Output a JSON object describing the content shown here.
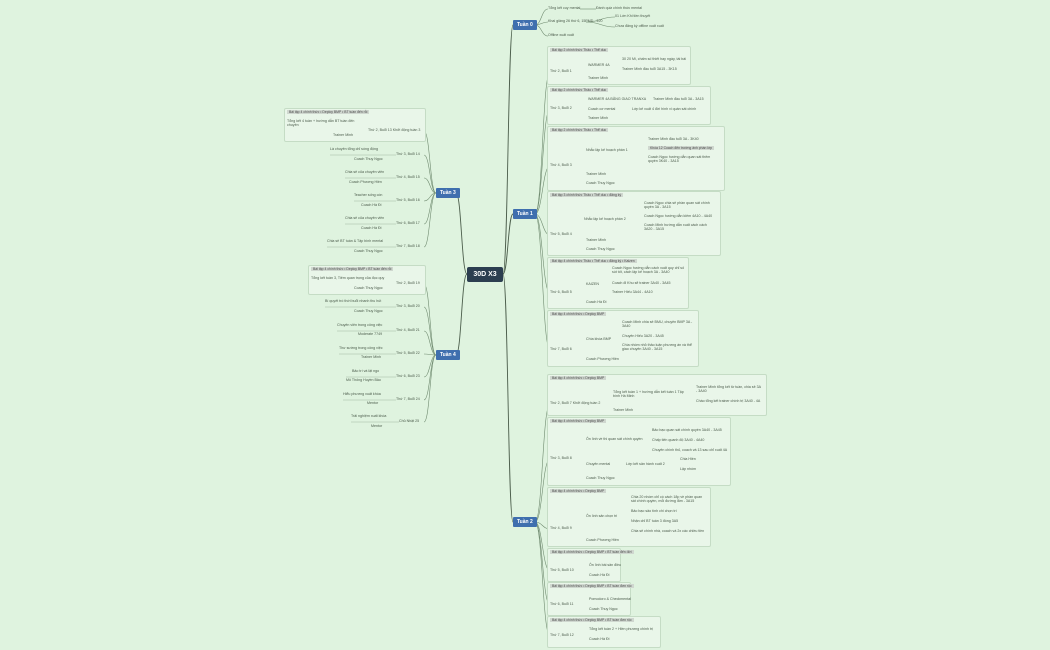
{
  "center": "30D X3",
  "weeks": {
    "w0": "Tuần 0",
    "w1": "Tuần 1",
    "w2": "Tuần 2",
    "w3": "Tuần 3",
    "w4": "Tuần 4"
  },
  "w0": {
    "items": [
      "Tổng kết cuy mental",
      "Khai giảng 26 thứ 6, 15PMD - 220",
      "Offline xuất xuất"
    ],
    "leaves": [
      "Đánh quiz chính thức mental",
      "01 Lớn Khi tiền thuyết",
      "Chưa đăng ký offline xuất xuất"
    ]
  },
  "w1": {
    "d2": {
      "note": "Bài tập 2 chính thức Thảo • Thể duc",
      "label": "Thứ 2, Buổi 1",
      "a": "WARMER 4A",
      "a1": "30 20 Mi, chấm số thiết hay ngày, tài bài",
      "a2": "Trainer Minh đầu tuổi 3A15 - 3K15",
      "b": "Trainer Minh"
    },
    "d3": {
      "note": "Bài tập 2 chính thức Thảo • Thể duc",
      "label": "Thứ 3, Buổi 2",
      "a": "WARMER 4A BĂNG GIAO TRANXA",
      "a1": "Trainer Minh đầu tuổi 3A - 3A15",
      "b": "Coach cơ mental",
      "b1": "Lớp kế xuất 4 đời hình vi quán sát chính",
      "c": "Trainer Minh"
    },
    "d4": {
      "note": "Bài tập 2 chính thức Thảo • Thể duc",
      "label": "Thứ 4, Buổi 3",
      "a": "Nhắc lập kế hoạch phần 1",
      "a1": "Trainer Minh đầu tuổi 3A - 3K40",
      "a2": "Khóa 12 Coach đến trường ảnh phần lớp",
      "a3": "Coach Ngọc hướng dẫn quan sát thêm quyền 3K40 - 3A15",
      "b": "Trainer Minh",
      "c": "Coach Thuy Ngọc"
    },
    "d5": {
      "note": "Bài tập 3 chính thức Thảo • Thể duc • đăng ký",
      "label": "Thứ 5, Buổi 4",
      "a": "Nhắc lập kế hoạch phần 2",
      "a1": "Coach Ngọc chia sẻ phần quan sát chính quyền 3A - 3A15",
      "a2": "Coach Ngọc hướng dẫn kiêm 4A10 - 4A40",
      "a3": "Coach Minh hướng dẫn xuất cách cách 3A20 - 3A15",
      "b": "Trainer Minh",
      "c": "Coach Thuy Ngọc"
    },
    "d6": {
      "note": "Bài tập 4 chính thức Thảo • Thể duc • đăng ký • Kaizen",
      "label": "Thứ 6, Buổi 5",
      "a": "KAIZEN",
      "a1": "Coach Ngọc hướng dẫn cách xuất quy chỉ số sút tốt, cách lập kế hoạch 3A - 3A40",
      "a2": "Coach đi Khu sẽ trainer 3A40 - 3A45",
      "a3": "Trainer Hiếu 3A44 - 4A10",
      "b": "Coach Hà Đi"
    },
    "d7": {
      "note": "Bài tập 4 chính thức • Deploy BMP",
      "label": "Thứ 7, Buổi 6",
      "a": "Chìa khóa BMP",
      "a1": "Coach Minh chia sẻ BMU, chuyên BMP 3A - 3A40",
      "a2": "Chuyên Hiếu 3A20 - 3A45",
      "a3": "Chìa nhóm nhỏ thảo luận phương án và thể giao chuyên 3A40 - 3A15",
      "b": "Coach Phương Hiền"
    }
  },
  "w2": {
    "d1": {
      "note": "Bài tập 4 chính thức • Deploy BMP",
      "label": "Thứ 2, Buổi 7 Khởi động tuần 2",
      "a": "Tổng kết tuần 1 + hướng dẫn kết tuần 1 Tập bình Hà Minh",
      "a1": "Trainer Minh tổng kết từ tuần, chia sẻ 3A - 3A40",
      "a2": "Chào tổng kết trainer chính trị 3A40 - 4A",
      "b": "Trainer Minh"
    },
    "d2": {
      "note": "Bài tập 4 chính thức • Deploy BMP",
      "label": "Thứ 3, Buổi 8",
      "a": "Ôn lình về thi quan sát chính quyền",
      "a1": "Bảo bạo quan sát chính quyền 3A40 - 3A45",
      "a2": "Chấp tiến quanh độ 3A40 - 4A40",
      "a3": "Chuyên chính thủ, coach và 13 sau chỉ xuất 4A",
      "b": "Chuyên mental",
      "b1": "Lớp kết sản hành xuất 2",
      "b1a": "Chia Hiền",
      "b1b": "Lập nhóm",
      "c": "Coach Thuy Ngọc"
    },
    "d3": {
      "note": "Bài tập 4 chính thức • Deploy BMP",
      "label": "Thứ 4, Buổi 9",
      "a": "Ôn lình sản chọn tri",
      "a1": "Chia 20 nhóm chỉ có cách 18p về phần quan sát chính quyền, mỗi đường lắm - 3A15",
      "a2": "Bảo bạo sảo tình chi chọn tri",
      "a3": "Nhận chỉ BT tuần 3 đóng 3A5",
      "a4": "Chia sẻ chính nhà, coach và 2x các chiều tiền",
      "b": "Coach Phương Hiền"
    },
    "d4": {
      "note": "Bài tập 4 chính thức • Deploy BMP • BT tuần đến đời",
      "label": "Thứ 5, Buổi 10",
      "a": "Ôn lình bài sản điều",
      "b": "Coach Hà Đi"
    },
    "d5": {
      "note": "Bài tập 4 chính thức • Deploy BMP • BT tuần đơn rộc",
      "label": "Thứ 6, Buổi 11",
      "a": "Pomodoro & Checkmental",
      "b": "Coach Thuy Ngọc"
    },
    "d6": {
      "note": "Bài tập 4 chính thức • Deploy BMP • BT tuần đơn rộc",
      "label": "Thứ 7, Buổi 12",
      "a": "Tổng kết tuần 2 + Hiền phương chính trị",
      "b": "Coach Hà Đi"
    }
  },
  "w3": {
    "d2": {
      "note": "Bài tập 4 chính thức • Deploy BMP • BT tuần đến rỗi",
      "label": "Thứ 2, Buổi 13 Khởi động tuần 3",
      "a": "Tổng kết 4 tuần + hướng dẫn BT tuần đến chuyên",
      "b": "Trainer Minh"
    },
    "d3": {
      "label": "Thứ 3, Buổi 14",
      "a": "Là chuyên tổng chỉ sóng động",
      "b": "Coach Thuy Ngọc"
    },
    "d4": {
      "label": "Thứ 4, Buổi 15",
      "a": "Chia sẻ của chuyên viên",
      "b": "Coach Phương Hiền"
    },
    "d5": {
      "label": "Thứ 5, Buổi 16",
      "a": "Teacher sống còn",
      "b": "Coach Hà Đi"
    },
    "d6": {
      "label": "Thứ 6, Buổi 17",
      "a": "Chia sẻ của chuyên viên",
      "b": "Coach Hà Đi"
    },
    "d7": {
      "label": "Thứ 7, Buổi 18",
      "a": "Chia sẻ BT tuần & Tập bình mental",
      "b": "Coach Thuy Ngọc"
    }
  },
  "w4": {
    "d2": {
      "note": "Bài tập 4 chính thức • Deploy BMP • BT tuần đến rỗi",
      "label": "Thứ 2, Buổi 19",
      "a": "Tổng kết tuần 3, Tiêm quan trọng của đọc quy",
      "b": "Coach Thuy Ngọc"
    },
    "d3": {
      "label": "Thứ 3, Buổi 20",
      "a": "Bí quyết trò thời buổi nhanh thu hút",
      "b": "Coach Thuy Ngọc"
    },
    "d4": {
      "label": "Thứ 4, Buổi 21",
      "a": "Chuyên viên trong công việc",
      "b": "Moderate 7749"
    },
    "d5": {
      "label": "Thứ 5, Buổi 22",
      "a": "Thư sướng trong công việc",
      "b": "Trainer Minh"
    },
    "d6": {
      "label": "Thứ 6, Buổi 23",
      "a": "Bảo trí và lật ngo",
      "b": "Mô Thống Huyền Bảo"
    },
    "d7": {
      "label": "Thứ 7, Buổi 24",
      "a": "Hiểu phương xuất khóa",
      "b": "Mentor"
    },
    "d8": {
      "label": "Chủ Nhật 25",
      "a": "Trải nghiệm xuất khóa",
      "b": "Mentor"
    }
  }
}
